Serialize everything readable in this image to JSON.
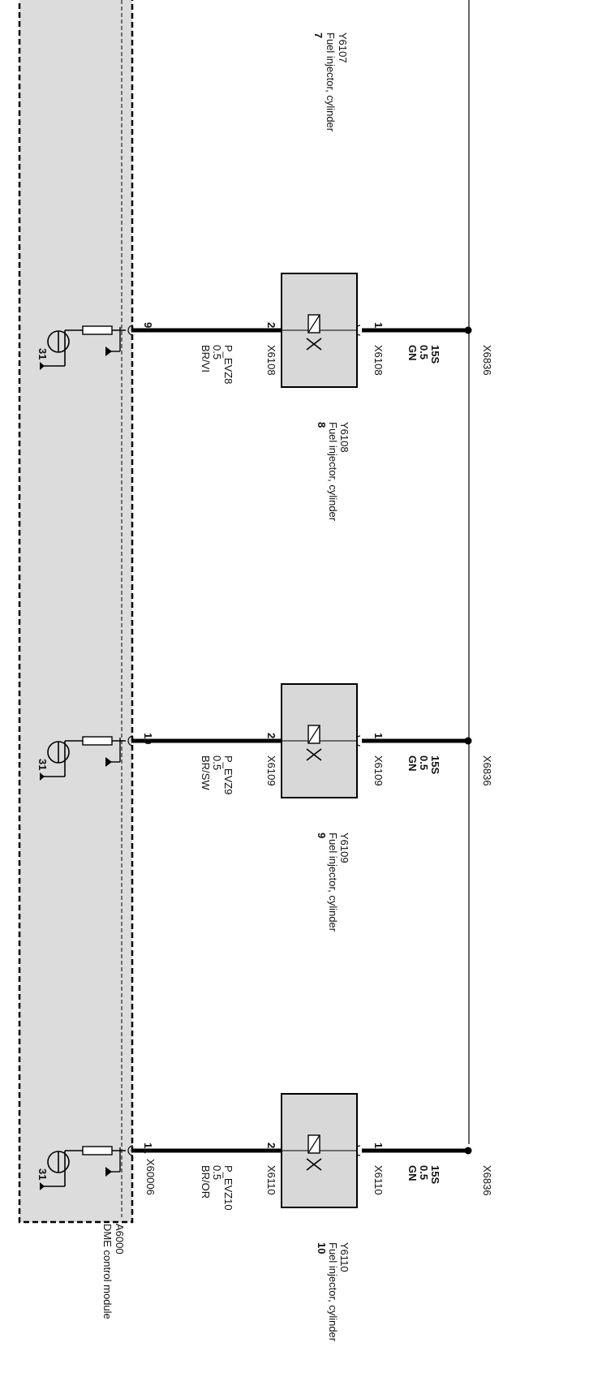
{
  "module": {
    "id": "A6000",
    "name": "DME control module",
    "connector": "X60006"
  },
  "supply_connector": "X6836",
  "partial_injector": {
    "id": "Y6107",
    "name": "Fuel injector, cylinder",
    "cylinder": "7"
  },
  "injectors": [
    {
      "id": "Y6108",
      "name": "Fuel injector, cylinder",
      "cylinder": "8",
      "connector": "X6108",
      "pin_supply": "1",
      "pin_signal": "2",
      "supply": {
        "terminal": "15S",
        "size": "0.5",
        "color": "GN"
      },
      "signal": {
        "name": "P_EVZ8",
        "size": "0.5",
        "color": "BR/VI"
      },
      "ecu_pin": "9",
      "ground": "31",
      "supply_connector": "X6836"
    },
    {
      "id": "Y6109",
      "name": "Fuel injector, cylinder",
      "cylinder": "9",
      "connector": "X6109",
      "pin_supply": "1",
      "pin_signal": "2",
      "supply": {
        "terminal": "15S",
        "size": "0.5",
        "color": "GN"
      },
      "signal": {
        "name": "P_EVZ9",
        "size": "0.5",
        "color": "BR/SW"
      },
      "ecu_pin": "10",
      "ground": "31",
      "supply_connector": "X6836"
    },
    {
      "id": "Y6110",
      "name": "Fuel injector, cylinder",
      "cylinder": "10",
      "connector": "X6110",
      "pin_supply": "1",
      "pin_signal": "2",
      "supply": {
        "terminal": "15S",
        "size": "0.5",
        "color": "GN"
      },
      "signal": {
        "name": "P_EVZ10",
        "size": "0.5",
        "color": "BR/OR"
      },
      "ecu_pin": "11",
      "ground": "31",
      "supply_connector": "X6836"
    }
  ]
}
